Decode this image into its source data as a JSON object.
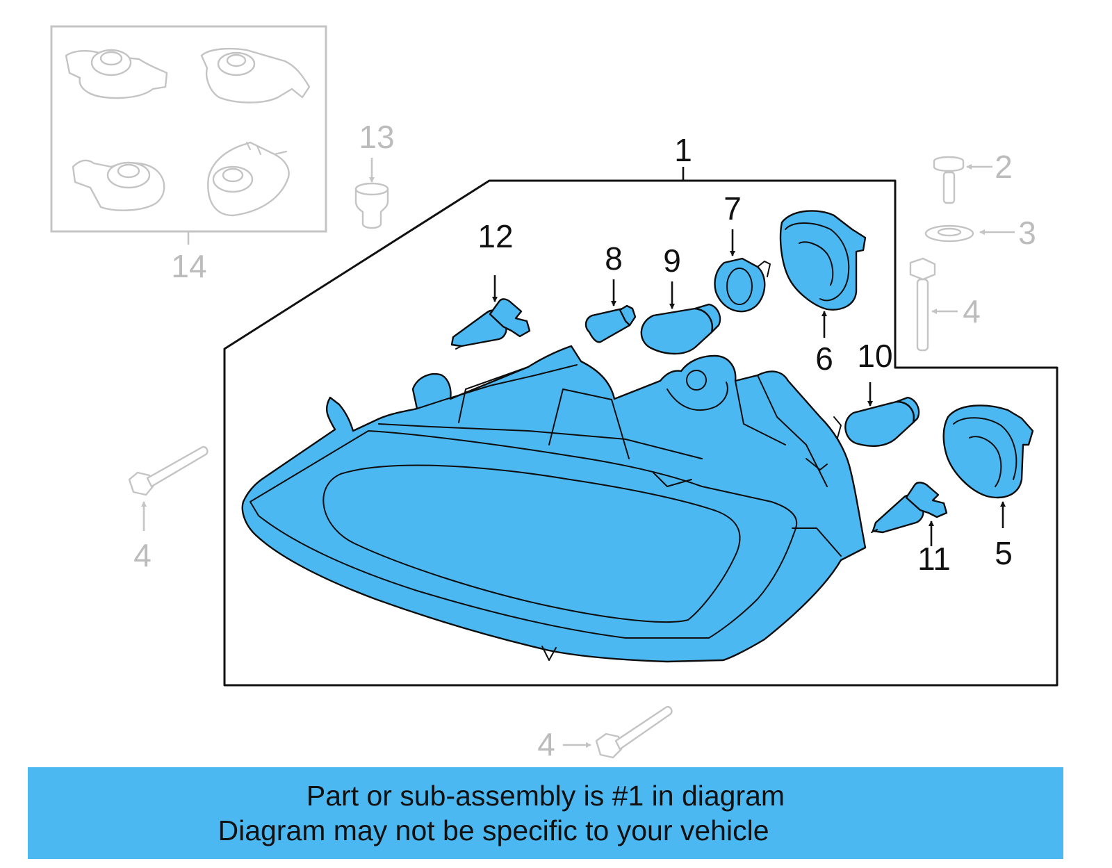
{
  "callouts": {
    "c1": "1",
    "c2": "2",
    "c3": "3",
    "c4a": "4",
    "c4b": "4",
    "c4c": "4",
    "c5": "5",
    "c6": "6",
    "c7": "7",
    "c8": "8",
    "c9": "9",
    "c10": "10",
    "c11": "11",
    "c12": "12",
    "c13": "13",
    "c14": "14"
  },
  "banner": {
    "line1": "Part or sub-assembly is #1 in diagram",
    "line2": "Diagram may not be specific to your vehicle"
  },
  "colors": {
    "highlight": "#4cb8f2",
    "ghost": "#c4c4c4",
    "outline": "#111111"
  }
}
